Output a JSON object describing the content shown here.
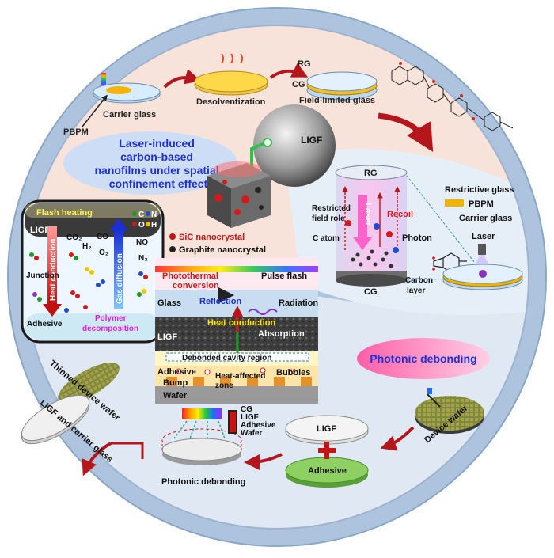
{
  "colors": {
    "outer_ring": "#a9c1dc",
    "top_band": "#f6e2d9",
    "bottom_band": "#dfe8f3",
    "arrow_red": "#b4161c",
    "title_blue": "#1f2fd0",
    "pink_label": "#ff3fa0",
    "gold": "#f0b400"
  },
  "top": {
    "pbpm": "PBPM",
    "carrier_glass": "Carrier glass",
    "desolventization": "Desolventization",
    "rg": "RG",
    "cg": "CG",
    "field_limited_glass": "Field-limited glass",
    "ligf": "LIGF"
  },
  "title": {
    "line1": "Laser-induced",
    "line2": "carbon-based",
    "line3": "nanofilms under spatial",
    "line4": "confinement effect"
  },
  "legend": {
    "sic": "SiC nanocrystal",
    "graphite": "Graphite nanocrystal"
  },
  "inset": {
    "flash_heating": "Flash heating",
    "ligf": "LIGF",
    "co2": "CO₂",
    "h2": "H₂",
    "co": "CO",
    "o2": "O₂",
    "no": "NO",
    "n2": "N₂",
    "c": "C",
    "n": "N",
    "o": "O",
    "h": "H",
    "junction": "Junction",
    "adhesive": "Adhesive",
    "heat_conduction": "Heat conduction",
    "gas_diffusion": "Gas diffusion",
    "polymer": "Polymer",
    "decomposition": "decomposition"
  },
  "center": {
    "photothermal1": "Photothermal",
    "photothermal2": "conversion",
    "pulse_flash": "Pulse flash",
    "glass": "Glass",
    "reflection": "Reflection",
    "radiation": "Radiation",
    "heat_conduction": "Heat conduction",
    "ligf": "LIGF",
    "absorption": "Absorption",
    "debonded_cavity": "Debonded cavity region",
    "adhesive": "Adhesive",
    "bump": "Bump",
    "heat_affected1": "Heat-affected",
    "heat_affected2": "zone",
    "bubbles": "Bubbles",
    "wafer": "Wafer"
  },
  "chamber": {
    "rg": "RG",
    "cg": "CG",
    "restricted1": "Restricted",
    "restricted2": "field role",
    "c_atom": "C atom",
    "laser": "Laser",
    "recoil": "Recoil",
    "photon": "Photon",
    "carbon1": "Carbon",
    "carbon2": "layer"
  },
  "right_legend": {
    "restrictive_glass": "Restrictive glass",
    "pbpm": "PBPM",
    "carrier_glass": "Carrier glass",
    "laser": "Laser"
  },
  "photonic_badge": "Photonic debonding",
  "bottom": {
    "thinned_wafer": "Thinned device wafer",
    "ligf_carrier": "LIGF and carrier glass",
    "stack_cg": "CG",
    "stack_ligf": "LIGF",
    "stack_adhesive": "Adhesive",
    "stack_wafer": "Wafer",
    "photonic_debonding": "Photonic debonding",
    "ligf": "LIGF",
    "adhesive": "Adhesive",
    "device_wafer": "Device wafer"
  }
}
